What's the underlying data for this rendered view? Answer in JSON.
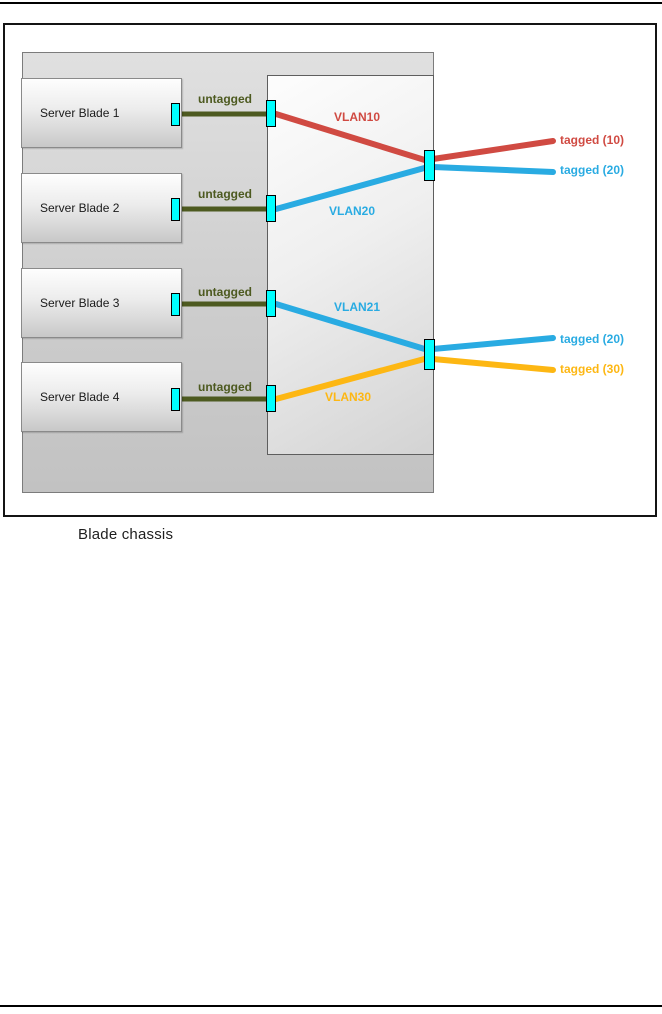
{
  "diagram": {
    "chassis_label": "Blade chassis",
    "blades": [
      {
        "label": "Server Blade 1",
        "port_link_label": "untagged",
        "vlan_label": "VLAN10",
        "vlan_color": "#d04a42"
      },
      {
        "label": "Server Blade 2",
        "port_link_label": "untagged",
        "vlan_label": "VLAN20",
        "vlan_color": "#29abe2"
      },
      {
        "label": "Server Blade 3",
        "port_link_label": "untagged",
        "vlan_label": "VLAN21",
        "vlan_color": "#29abe2"
      },
      {
        "label": "Server Blade 4",
        "port_link_label": "untagged",
        "vlan_label": "VLAN30",
        "vlan_color": "#fdb713"
      }
    ],
    "uplink_labels": [
      {
        "label": "tagged (10)",
        "color": "#d04a42"
      },
      {
        "label": "tagged (20)",
        "color": "#29abe2"
      },
      {
        "label": "tagged (20)",
        "color": "#29abe2"
      },
      {
        "label": "tagged (30)",
        "color": "#fdb713"
      }
    ],
    "colors": {
      "untagged_link_green": "#4d5a20",
      "vlan_red": "#d04a42",
      "vlan_blue": "#29abe2",
      "vlan_yellow": "#fdb713",
      "port_cyan": "#00ffff"
    }
  }
}
